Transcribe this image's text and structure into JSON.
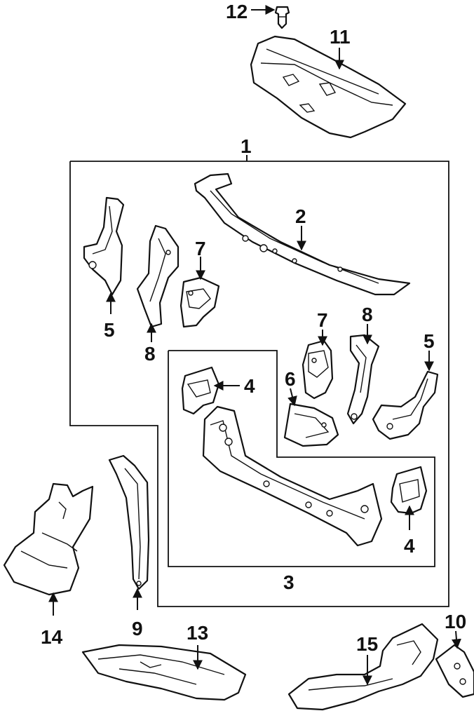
{
  "callouts": {
    "c1": "1",
    "c2": "2",
    "c3": "3",
    "c4a": "4",
    "c4b": "4",
    "c5a": "5",
    "c5b": "5",
    "c6": "6",
    "c7a": "7",
    "c7b": "7",
    "c8a": "8",
    "c8b": "8",
    "c9": "9",
    "c10": "10",
    "c11": "11",
    "c12": "12",
    "c13": "13",
    "c14": "14",
    "c15": "15"
  }
}
